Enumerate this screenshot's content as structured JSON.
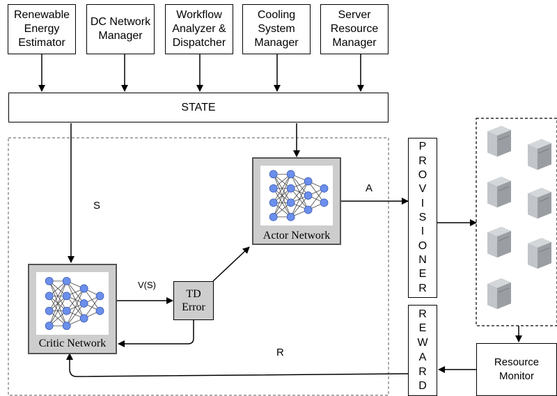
{
  "sources": [
    "Renewable Energy Estimator",
    "DC Network Manager",
    "Workflow Analyzer & Dispatcher",
    "Cooling System Manager",
    "Server Resource Manager"
  ],
  "state_label": "STATE",
  "actor_label": "Actor Network",
  "critic_label": "Critic Network",
  "td_error": [
    "TD",
    "Error"
  ],
  "edge_labels": {
    "s": "S",
    "a": "A",
    "vs": "V(S)",
    "r": "R"
  },
  "provisioner_letters": [
    "P",
    "R",
    "O",
    "V",
    "I",
    "S",
    "I",
    "O",
    "N",
    "E",
    "R"
  ],
  "reward_letters": [
    "R",
    "E",
    "W",
    "A",
    "R",
    "D"
  ],
  "resource_monitor": [
    "Resource",
    "Monitor"
  ],
  "icons": {
    "server": "server-icon",
    "neural_net": "neural-network-icon"
  },
  "colors": {
    "node": "#6b8fec",
    "network_box": "#cdcdcd",
    "server_body": "#9a9ea3"
  }
}
